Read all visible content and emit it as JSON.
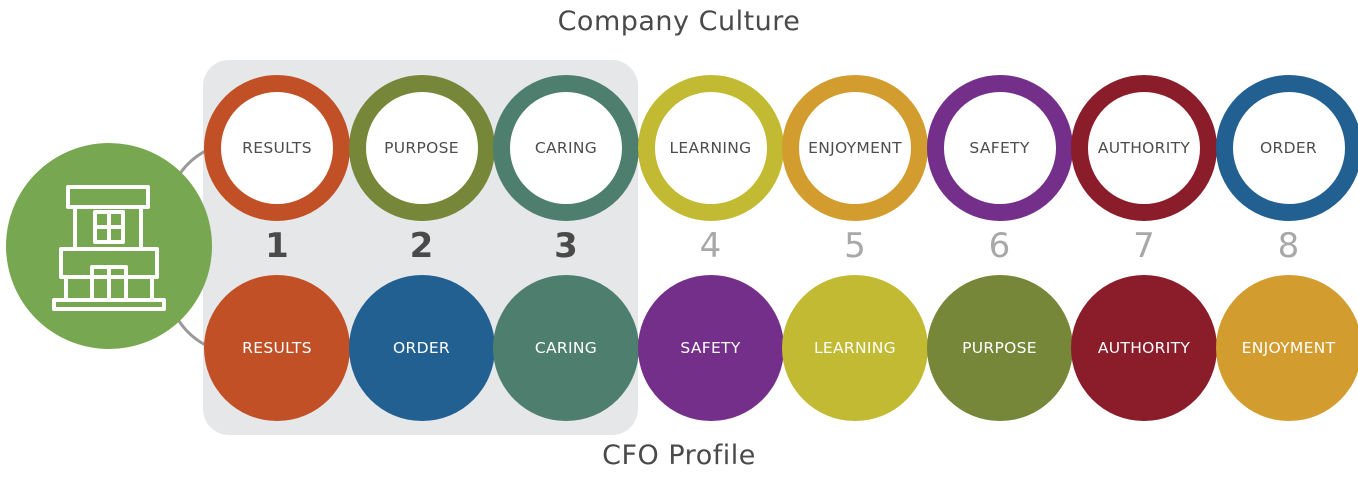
{
  "top_title": "Company Culture",
  "bottom_title": "CFO Profile",
  "icon": "building-icon",
  "colors": {
    "results": "#c25027",
    "purpose": "#76873a",
    "caring": "#4e7f6e",
    "learning": "#c1ba32",
    "enjoyment": "#d39c2f",
    "safety": "#742f8a",
    "authority": "#8b1c2a",
    "order": "#226092",
    "building": "#77a851",
    "highlight": "#e6e7e8"
  },
  "culture": [
    {
      "rank": "1",
      "label": "RESULTS",
      "color": "#c25027"
    },
    {
      "rank": "2",
      "label": "PURPOSE",
      "color": "#76873a"
    },
    {
      "rank": "3",
      "label": "CARING",
      "color": "#4e7f6e"
    },
    {
      "rank": "4",
      "label": "LEARNING",
      "color": "#c1ba32"
    },
    {
      "rank": "5",
      "label": "ENJOYMENT",
      "color": "#d39c2f"
    },
    {
      "rank": "6",
      "label": "SAFETY",
      "color": "#742f8a"
    },
    {
      "rank": "7",
      "label": "AUTHORITY",
      "color": "#8b1c2a"
    },
    {
      "rank": "8",
      "label": "ORDER",
      "color": "#226092"
    }
  ],
  "cfo": [
    {
      "label": "RESULTS",
      "color": "#c25027"
    },
    {
      "label": "ORDER",
      "color": "#226092"
    },
    {
      "label": "CARING",
      "color": "#4e7f6e"
    },
    {
      "label": "SAFETY",
      "color": "#742f8a"
    },
    {
      "label": "LEARNING",
      "color": "#c1ba32"
    },
    {
      "label": "PURPOSE",
      "color": "#76873a"
    },
    {
      "label": "AUTHORITY",
      "color": "#8b1c2a"
    },
    {
      "label": "ENJOYMENT",
      "color": "#d39c2f"
    }
  ]
}
